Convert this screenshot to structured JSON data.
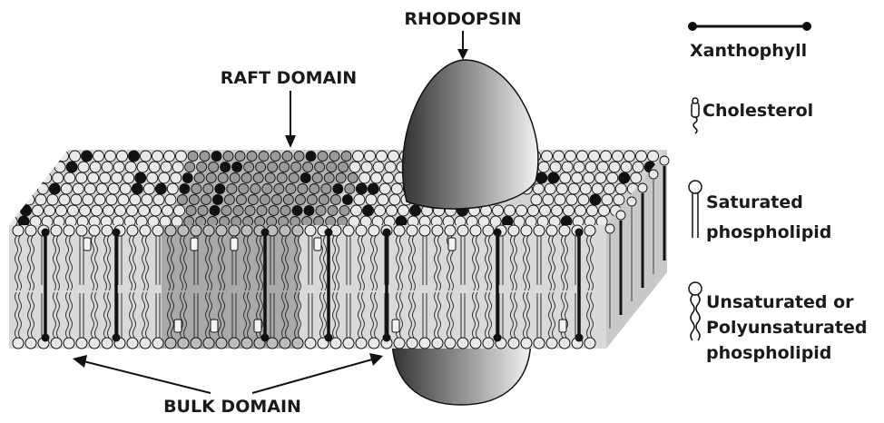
{
  "labels": {
    "rhodopsin": "RHODOPSIN",
    "raft_domain": "RAFT DOMAIN",
    "bulk_domain": "BULK DOMAIN"
  },
  "legend": [
    {
      "id": "xanthophyll",
      "lines": [
        "Xanthophyll"
      ],
      "icon": "xanthophyll-rod-icon"
    },
    {
      "id": "cholesterol",
      "lines": [
        "Cholesterol"
      ],
      "icon": "cholesterol-icon"
    },
    {
      "id": "saturated",
      "lines": [
        "Saturated",
        "phospholipid"
      ],
      "icon": "saturated-phospholipid-icon"
    },
    {
      "id": "unsaturated",
      "lines": [
        "Unsaturated or",
        "Polyunsaturated",
        "phospholipid"
      ],
      "icon": "unsaturated-phospholipid-icon"
    }
  ],
  "colors": {
    "membrane_face": "#d9d9d9",
    "membrane_top": "#d2d2d2",
    "raft_region": "#a9a9a9",
    "head_fill": "#e9e9e9",
    "head_dark": "#111111",
    "rhodopsin_dark": "#3a3a3a",
    "rhodopsin_light": "#f4f4f4",
    "ink": "#111111"
  }
}
